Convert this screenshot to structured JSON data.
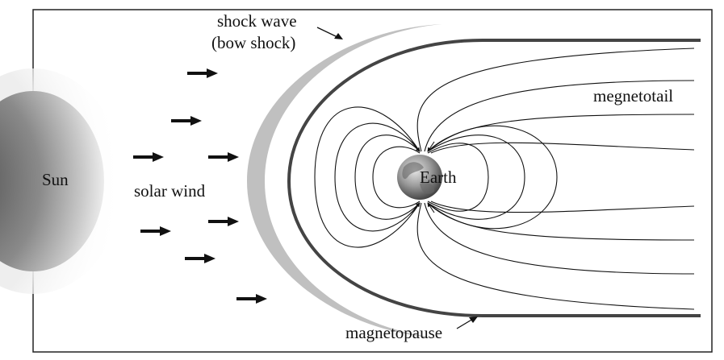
{
  "labels": {
    "sun": "Sun",
    "solar_wind": "solar wind",
    "shock_wave_line1": "shock wave",
    "shock_wave_line2": "(bow shock)",
    "magnetotail": "megnetotail",
    "earth": "Earth",
    "magnetopause": "magnetopause"
  },
  "colors": {
    "frame": "#222222",
    "field_lines": "#111111",
    "magnetopause": "#444444",
    "bow_shock": "#a9a9a9",
    "arrows": "#111111"
  }
}
